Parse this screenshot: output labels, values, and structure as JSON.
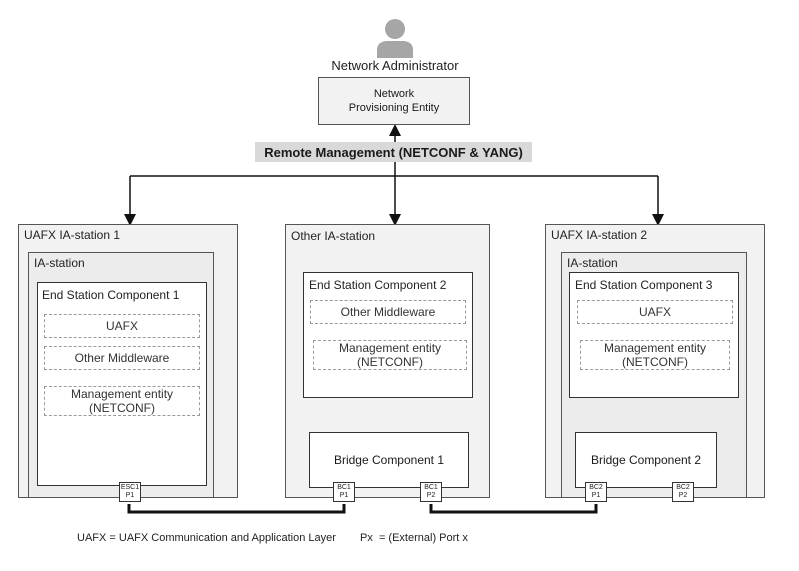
{
  "admin": {
    "label": "Network Administrator",
    "icon": "person-icon"
  },
  "provisioning": {
    "line1": "Network",
    "line2": "Provisioning Entity"
  },
  "remote_mgmt": "Remote Management (NETCONF & YANG)",
  "stations": {
    "uafx1": {
      "title": "UAFX IA-station 1",
      "ia": "IA-station",
      "esc": "End Station Component 1",
      "uafx": "UAFX",
      "middleware": "Other Middleware",
      "mgmt1": "Management entity",
      "mgmt2": "(NETCONF)",
      "port_a": "ESC1",
      "port_b": "P1"
    },
    "other": {
      "title": "Other IA-station",
      "esc": "End Station Component 2",
      "middleware": "Other Middleware",
      "mgmt1": "Management entity",
      "mgmt2": "(NETCONF)",
      "bridge": "Bridge Component 1",
      "p1a": "BC1",
      "p1b": "P1",
      "p2a": "BC1",
      "p2b": "P2"
    },
    "uafx2": {
      "title": "UAFX IA-station 2",
      "ia": "IA-station",
      "esc": "End Station Component 3",
      "uafx": "UAFX",
      "mgmt1": "Management entity",
      "mgmt2": "(NETCONF)",
      "bridge": "Bridge Component 2",
      "p1a": "BC2",
      "p1b": "P1",
      "p2a": "BC2",
      "p2b": "P2"
    }
  },
  "legend": {
    "uafx": "UAFX = UAFX Communication and Application Layer",
    "port": "Px  = (External) Port x"
  }
}
